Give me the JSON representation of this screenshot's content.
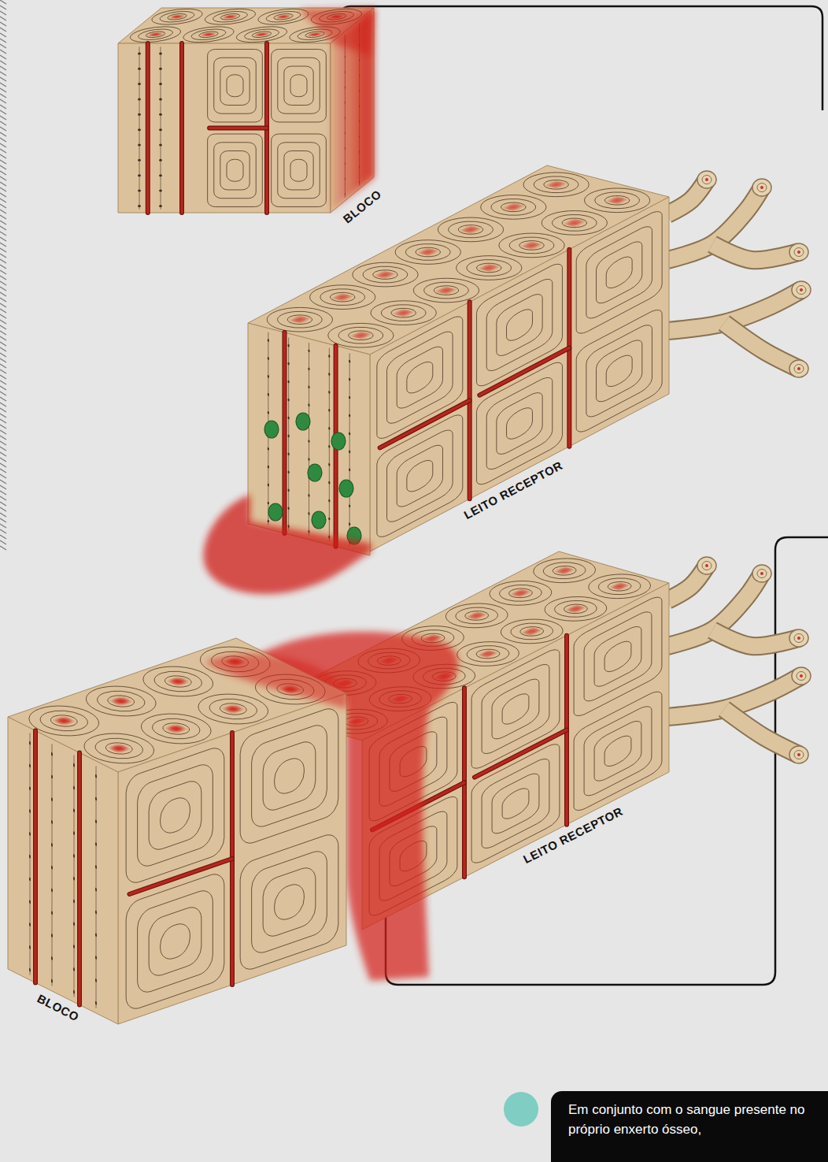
{
  "diagram": {
    "nodes": [
      {
        "text": [
          "Em conjunto com o sangue presente no próprio enxerto ósseo,"
        ]
      }
    ],
    "labels": [
      "BLOCO",
      "LEITO RECEPTOR",
      "LEITO RECEPTOR",
      "BLOCO"
    ]
  }
}
